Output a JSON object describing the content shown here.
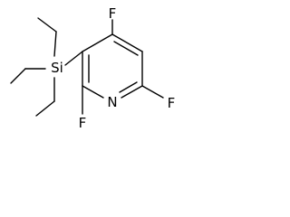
{
  "molecule": {
    "atoms": {
      "f_top": "F",
      "f_right": "F",
      "f_bottom": "F",
      "n_ring": "N",
      "si": "Si"
    }
  }
}
